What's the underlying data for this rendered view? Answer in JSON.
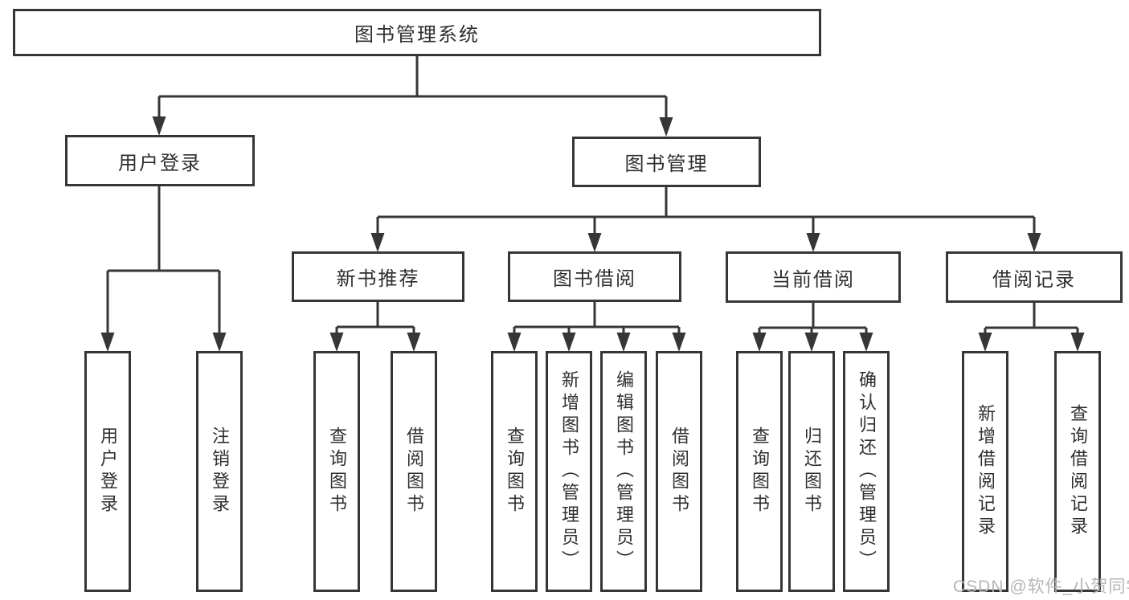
{
  "diagram": {
    "title": "图书管理系统",
    "nodes": {
      "root": {
        "label": "图书管理系统"
      },
      "level2": [
        {
          "id": "user-login",
          "label": "用户登录"
        },
        {
          "id": "book-management",
          "label": "图书管理"
        }
      ],
      "level3": [
        {
          "id": "new-book-recommend",
          "parent": "book-management",
          "label": "新书推荐"
        },
        {
          "id": "book-borrow",
          "parent": "book-management",
          "label": "图书借阅"
        },
        {
          "id": "current-borrow",
          "parent": "book-management",
          "label": "当前借阅"
        },
        {
          "id": "borrow-records",
          "parent": "book-management",
          "label": "借阅记录"
        }
      ],
      "leaves": [
        {
          "id": "user-login-action",
          "parent": "user-login",
          "label": "用户登录"
        },
        {
          "id": "logout-action",
          "parent": "user-login",
          "label": "注销登录"
        },
        {
          "id": "query-books-recommend",
          "parent": "new-book-recommend",
          "label": "查询图书"
        },
        {
          "id": "borrow-book-recommend",
          "parent": "new-book-recommend",
          "label": "借阅图书"
        },
        {
          "id": "query-books-borrow",
          "parent": "book-borrow",
          "label": "查询图书"
        },
        {
          "id": "add-book-admin",
          "parent": "book-borrow",
          "label": "新增图书（管理员）"
        },
        {
          "id": "edit-book-admin",
          "parent": "book-borrow",
          "label": "编辑图书（管理员）"
        },
        {
          "id": "borrow-book",
          "parent": "book-borrow",
          "label": "借阅图书"
        },
        {
          "id": "query-books-current",
          "parent": "current-borrow",
          "label": "查询图书"
        },
        {
          "id": "return-book",
          "parent": "current-borrow",
          "label": "归还图书"
        },
        {
          "id": "confirm-return-admin",
          "parent": "current-borrow",
          "label": "确认归还（管理员）"
        },
        {
          "id": "add-borrow-record",
          "parent": "borrow-records",
          "label": "新增借阅记录"
        },
        {
          "id": "query-borrow-record",
          "parent": "borrow-records",
          "label": "查询借阅记录"
        }
      ]
    },
    "colors": {
      "line": "#363636",
      "text": "#2f2f2f",
      "box_background": "#ffffff",
      "watermark": "#b5b5b5"
    }
  },
  "watermark": "CSDN @软件_小贺同学"
}
